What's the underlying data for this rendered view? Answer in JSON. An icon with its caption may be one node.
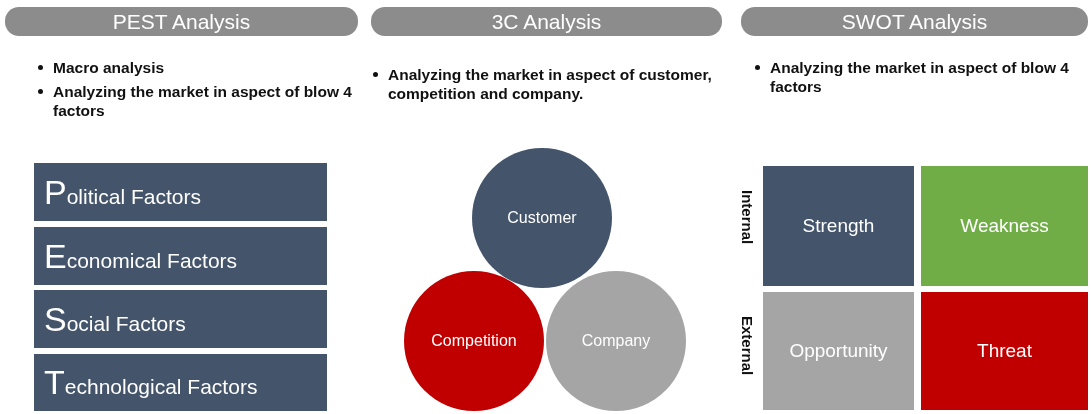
{
  "diagram": {
    "nodes": [
      {
        "text": [
          "PEST Analysis"
        ]
      },
      {
        "text": [
          "Political Factors"
        ]
      },
      {
        "text": [
          "Economical Factors"
        ]
      },
      {
        "text": [
          "Social Factors"
        ]
      },
      {
        "text": [
          "Technological Factors"
        ]
      },
      {
        "text": [
          "3C Analysis"
        ]
      },
      {
        "text": [
          "Customer"
        ]
      },
      {
        "text": [
          "Competition"
        ]
      },
      {
        "text": [
          "Company"
        ]
      },
      {
        "text": [
          "SWOT Analysis"
        ]
      },
      {
        "text": [
          "Strength"
        ]
      },
      {
        "text": [
          "Weakness"
        ]
      },
      {
        "text": [
          "Opportunity"
        ]
      },
      {
        "text": [
          "Threat"
        ]
      }
    ],
    "edges": [],
    "labels": [
      "Macro analysis",
      "Analyzing the market in aspect of blow 4 factors",
      "Analyzing the market in aspect of customer, competition and company.",
      "Analyzing the market in aspect of blow 4 factors",
      "Internal",
      "External"
    ]
  }
}
